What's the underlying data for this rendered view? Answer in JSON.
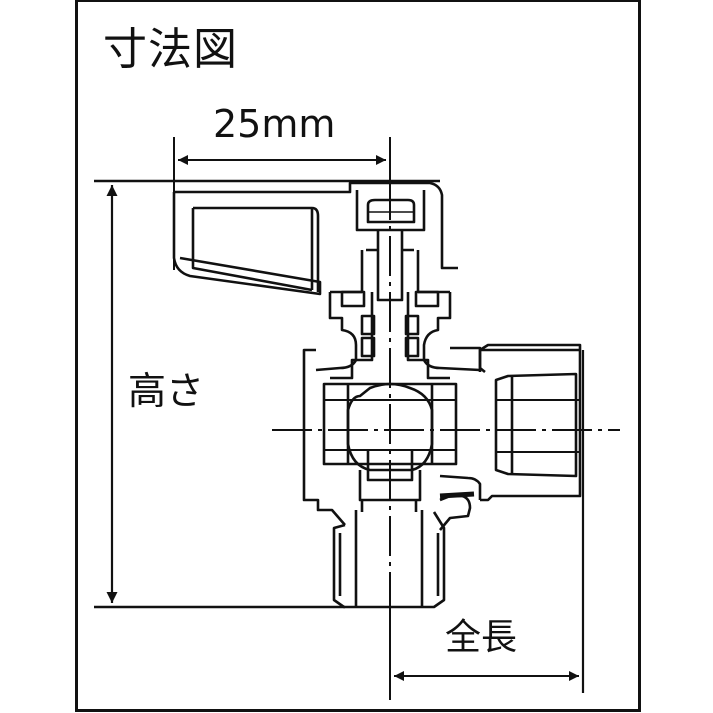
{
  "title": "寸法図",
  "dimensions": {
    "width_label": "25mm",
    "height_label": "高さ",
    "length_label": "全長"
  },
  "colors": {
    "line": "#111111",
    "background": "#ffffff"
  }
}
